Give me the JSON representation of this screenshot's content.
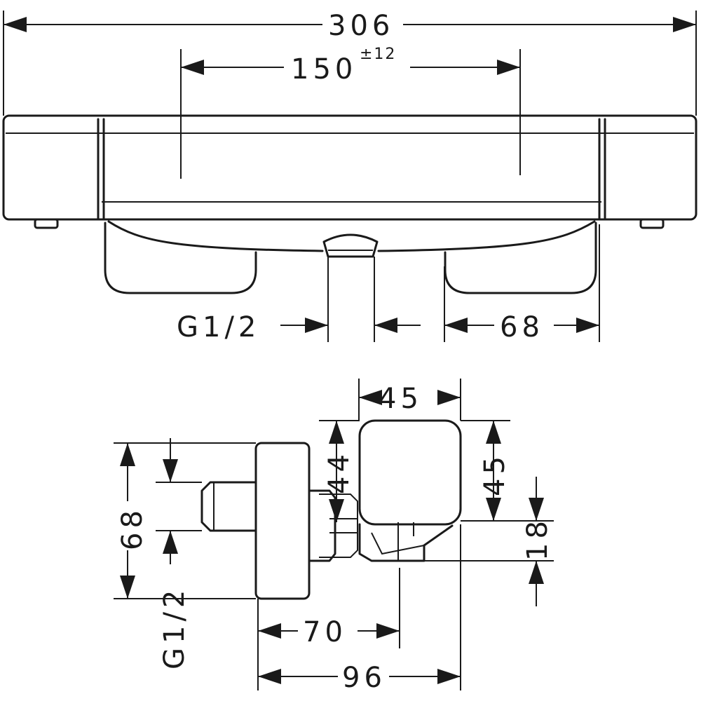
{
  "front_view": {
    "dim_overall_width": "306",
    "dim_connection_spacing": "150",
    "dim_connection_tolerance": "±12",
    "dim_outlet_thread": "G1/2",
    "dim_handle_width": "68"
  },
  "side_view": {
    "dim_body_width": "45",
    "dim_gap_top": "44",
    "dim_body_height": "45",
    "dim_spout_height": "18",
    "dim_flange_height": "68",
    "dim_inlet_thread": "G1/2",
    "dim_projection_outlet": "70",
    "dim_projection_total": "96"
  }
}
